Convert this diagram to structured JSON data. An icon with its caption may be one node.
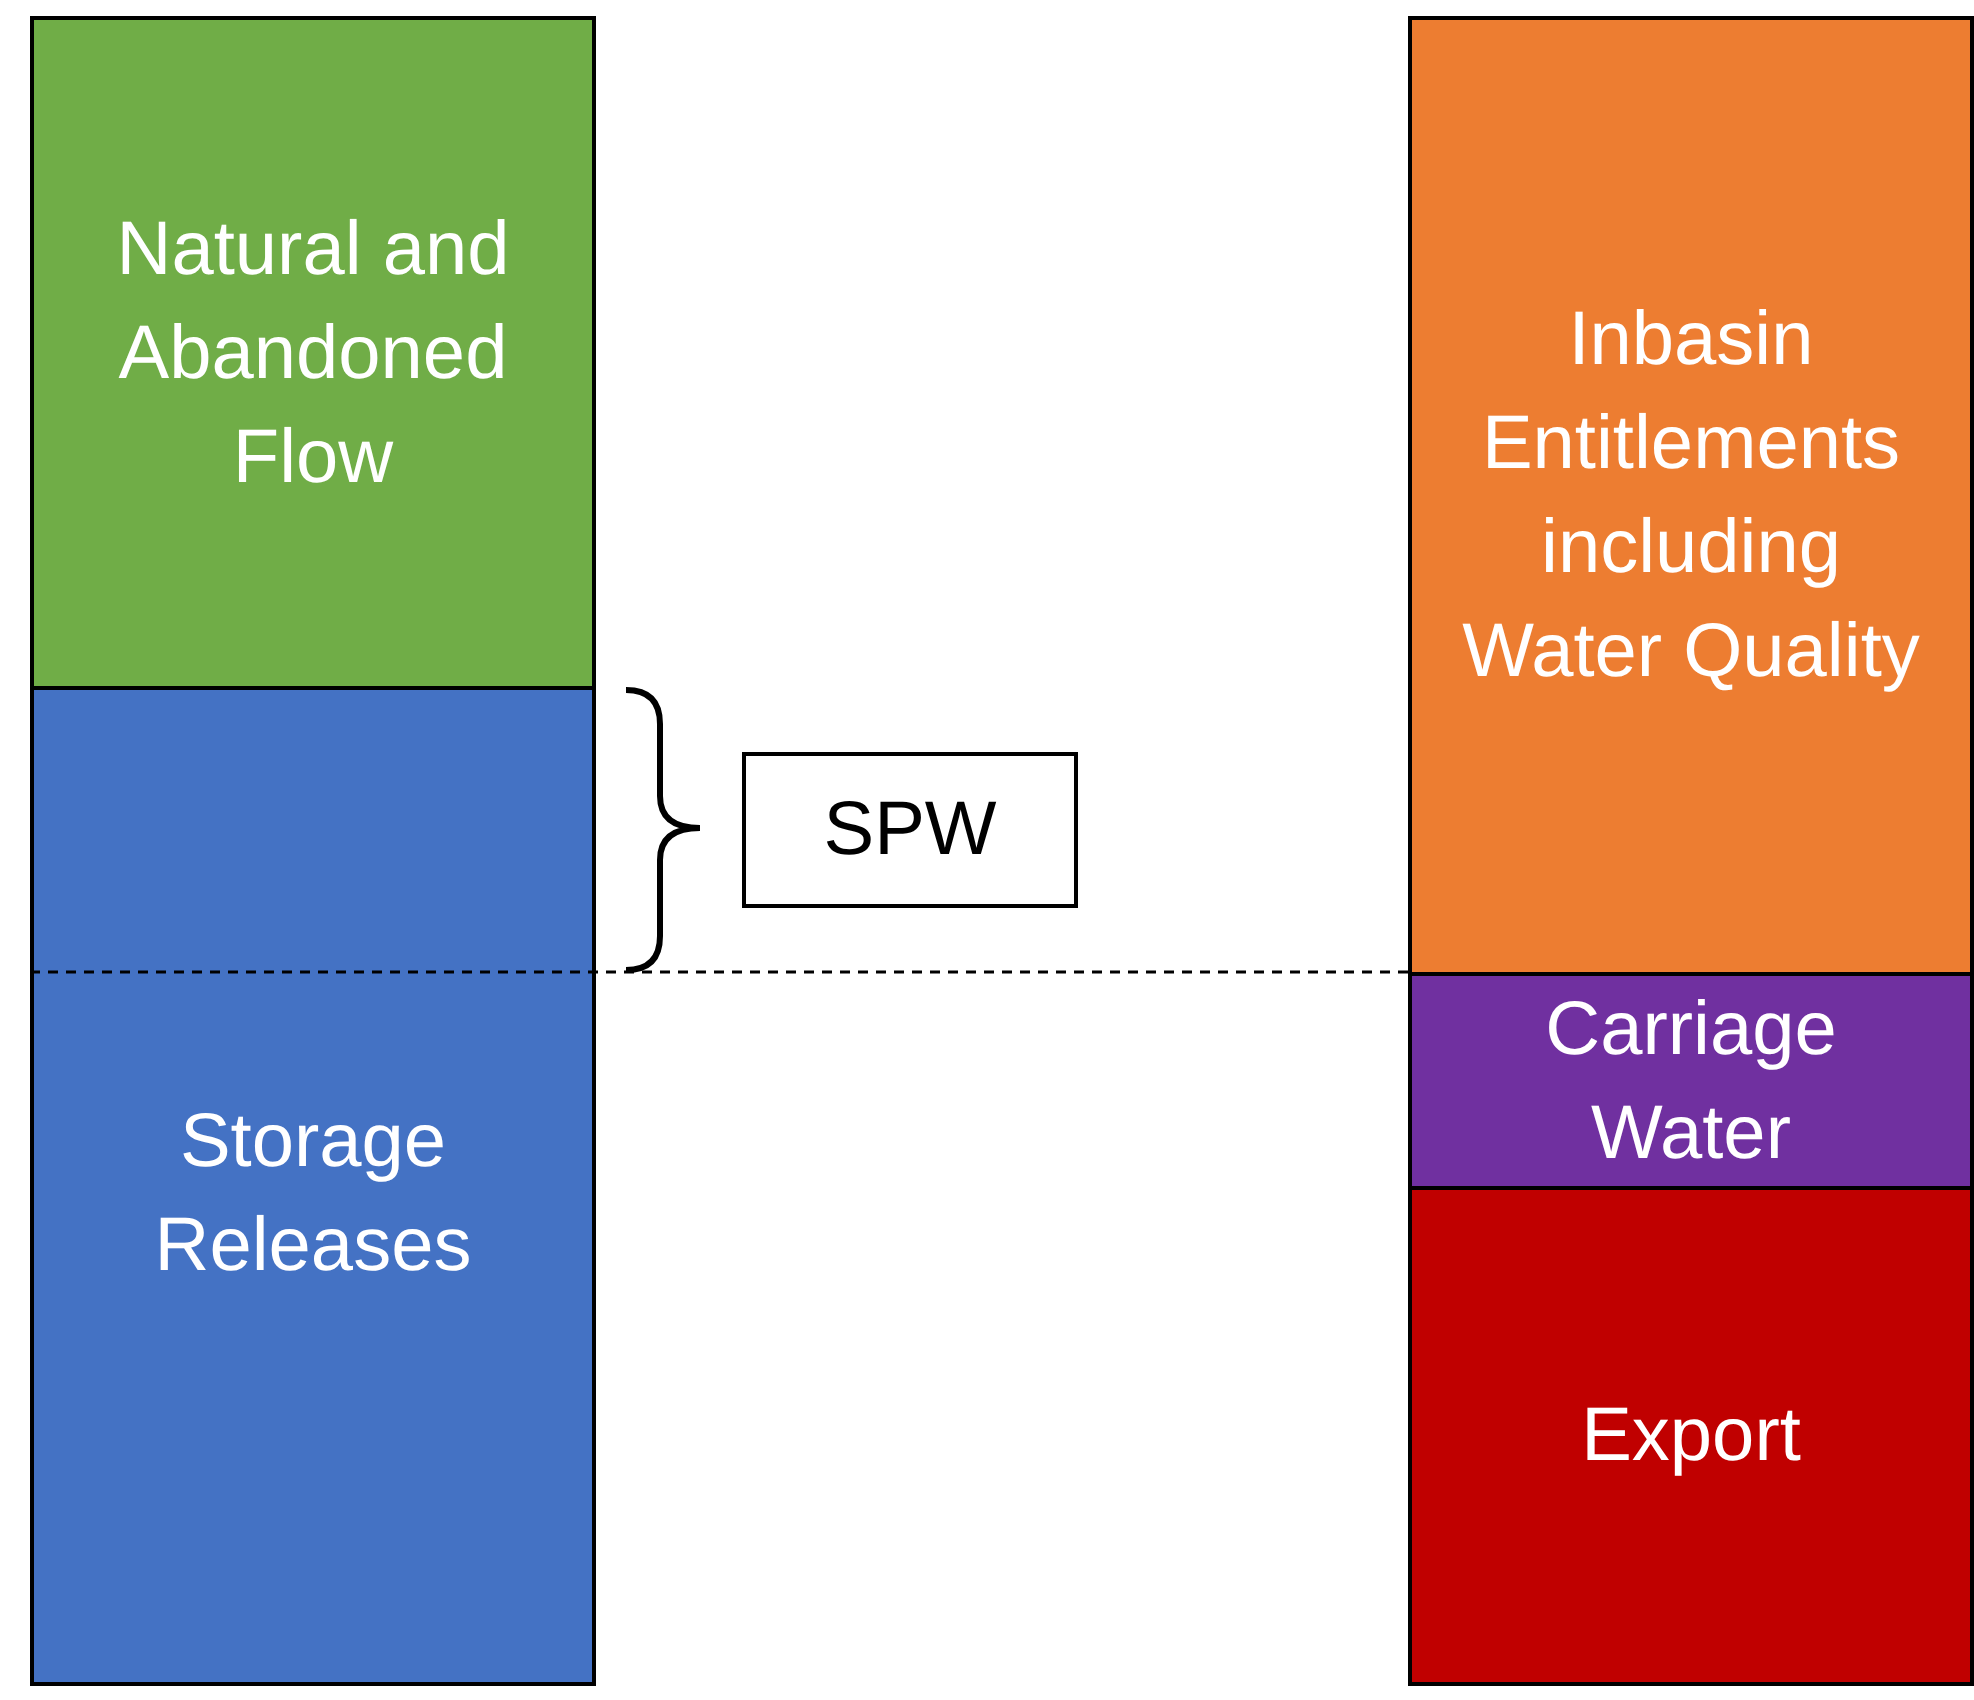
{
  "diagram": {
    "nodes": [
      {
        "text": [
          "Natural and Abandoned Flow"
        ]
      },
      {
        "text": [
          "Storage Releases"
        ]
      },
      {
        "text": [
          "SPW"
        ]
      },
      {
        "text": [
          "Inbasin Entitlements including Water Quality"
        ]
      },
      {
        "text": [
          "Carriage Water"
        ]
      },
      {
        "text": [
          "Export"
        ]
      }
    ]
  }
}
